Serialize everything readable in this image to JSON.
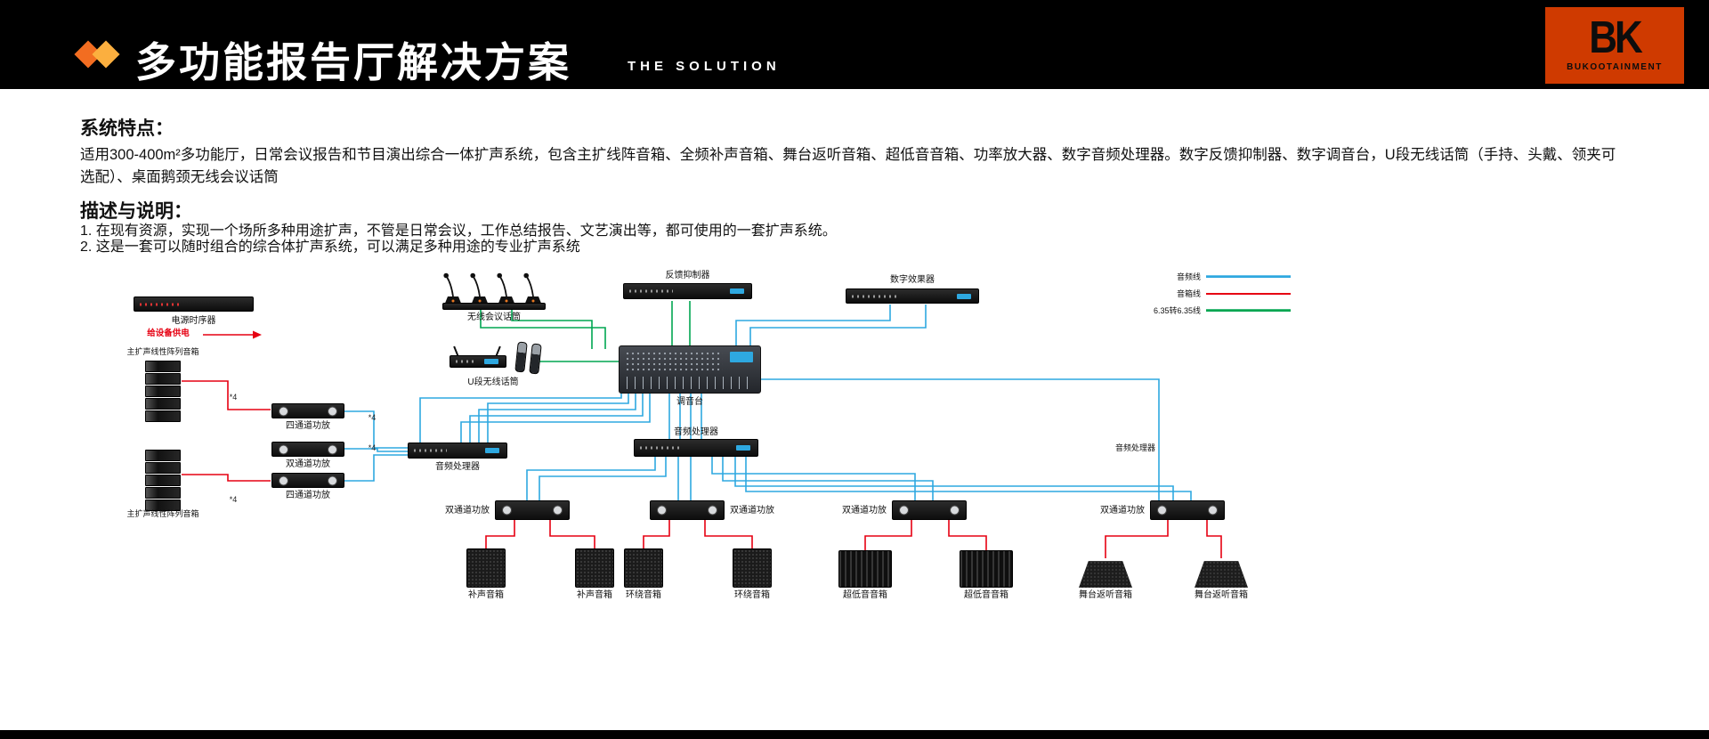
{
  "header": {
    "title": "多功能报告厅解决方案",
    "subtitle": "THE SOLUTION",
    "logo_text": "BK",
    "logo_brand": "BUKOOTAINMENT"
  },
  "sections": {
    "features_heading": "系统特点：",
    "features_text": "适用300-400m²多功能厅，日常会议报告和节目演出综合一体扩声系统，包含主扩线阵音箱、全频补声音箱、舞台返听音箱、超低音音箱、功率放大器、数字音频处理器。数字反馈抑制器、数字调音台，U段无线话筒（手持、头戴、领夹可选配）、桌面鹅颈无线会议话筒",
    "description_heading": "描述与说明：",
    "description_items": [
      "1. 在现有资源，实现一个场所多种用途扩声，不管是日常会议，工作总结报告、文艺演出等，都可使用的一套扩声系统。",
      "2. 这是一套可以随时组合的综合体扩声系统，可以满足多种用途的专业扩声系统"
    ]
  },
  "legend": [
    {
      "label": "音频线",
      "color": "#2ea8e0"
    },
    {
      "label": "音箱线",
      "color": "#e60012"
    },
    {
      "label": "6.35转6.35线",
      "color": "#00a651"
    }
  ],
  "device_labels": {
    "power_sequencer": "电源时序器",
    "power_note": "给设备供电",
    "line_array": "主扩声线性阵列音箱",
    "amp_4ch": "四通道功放",
    "amp_2ch": "双通道功放",
    "conf_mics": "无线会议话筒",
    "uhf_mics": "U段无线话筒",
    "feedback_suppressor": "反馈抑制器",
    "digital_effects": "数字效果器",
    "mixer": "调音台",
    "audio_processor": "音频处理器",
    "fill_speaker": "补声音箱",
    "surround_speaker": "环绕音箱",
    "subwoofer": "超低音音箱",
    "stage_monitor": "舞台返听音箱",
    "times4": "*4"
  }
}
